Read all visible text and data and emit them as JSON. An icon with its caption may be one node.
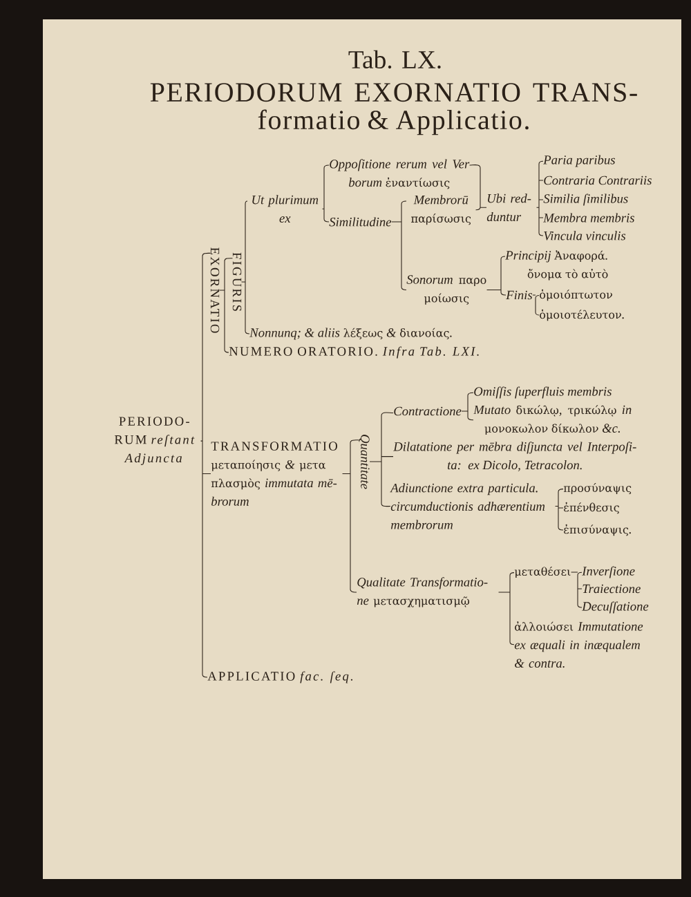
{
  "diagram": {
    "title": "PERIODORUM EXORNATIO TRANS- formatio & Applicatio.",
    "nodes": [
      {
        "text": [
          "PERIODO- RUM *reſtant Adjuncta*"
        ]
      },
      {
        "text": [
          "EXORNATIO"
        ]
      },
      {
        "text": [
          "FIGURIS"
        ]
      },
      {
        "text": [
          "Ut plurimum ex"
        ]
      },
      {
        "text": [
          "Oppoſitione rerum vel Ver borum ἐναντίωσις"
        ]
      },
      {
        "text": [
          "Similitudine"
        ]
      },
      {
        "text": [
          "Membrorū παρίσωσις"
        ]
      },
      {
        "text": [
          "Ubi red- duntur"
        ]
      },
      {
        "text": [
          "Paria paribus"
        ]
      },
      {
        "text": [
          "Contraria Contrariis"
        ]
      },
      {
        "text": [
          "Similia ſimilibus"
        ]
      },
      {
        "text": [
          "Membra membris"
        ]
      },
      {
        "text": [
          "Vincula vinculis"
        ]
      },
      {
        "text": [
          "Sonorum παρο μοίωσις"
        ]
      },
      {
        "text": [
          "Principij Ἀναφορά.",
          "ὄνομα τὸ αὐτὸ"
        ]
      },
      {
        "text": [
          "Finis"
        ]
      },
      {
        "text": [
          "ὁμοιόπτωτον"
        ]
      },
      {
        "text": [
          "ὁμοιοτέλευτον."
        ]
      },
      {
        "text": [
          "Nonnunq; & aliis λέξεως & διανοίας."
        ]
      },
      {
        "text": [
          "NUMERO ORATORIO. *Infra Tab. LXI.*"
        ]
      },
      {
        "text": [
          "TRANSFORMATIO",
          "μεταποίησις & μετα πλασμὸς immutata mē- brorum"
        ]
      },
      {
        "text": [
          "Quantitate"
        ]
      },
      {
        "text": [
          "Contractione"
        ]
      },
      {
        "text": [
          "Omiſſis ſuperfluis membris"
        ]
      },
      {
        "text": [
          "Mutato δικώλῳ, τρικώλῳ in μονοκωλον δίκωλον &c."
        ]
      },
      {
        "text": [
          "Dilatatione per mēbra diſjuncta vel Interpoſi- ta: ex Dicolo, Tetracolon."
        ]
      },
      {
        "text": [
          "Adiunctione extra particula. circumductionis adhærentium membrorum"
        ]
      },
      {
        "text": [
          "προσύναψις"
        ]
      },
      {
        "text": [
          "ἐπένθεσις"
        ]
      },
      {
        "text": [
          "ἐπισύναψις."
        ]
      },
      {
        "text": [
          "Qualitate Transformatio- ne μετασχηματισμῷ"
        ]
      },
      {
        "text": [
          "μεταθέσει"
        ]
      },
      {
        "text": [
          "Inverſione"
        ]
      },
      {
        "text": [
          "Traiectione"
        ]
      },
      {
        "text": [
          "Decuſſatione"
        ]
      },
      {
        "text": [
          "ἀλλοιώσει Immutatione ex æquali in inæqualem & contra."
        ]
      },
      {
        "text": [
          "APPLICATIO *fac. ſeq.*"
        ]
      }
    ],
    "edges": [
      {
        "from": 0,
        "to": 1,
        "arrow": "none"
      },
      {
        "from": 0,
        "to": 20,
        "arrow": "none"
      },
      {
        "from": 0,
        "to": 36,
        "arrow": "none"
      },
      {
        "from": 1,
        "to": 2,
        "arrow": "none"
      },
      {
        "from": 1,
        "to": 19,
        "arrow": "none"
      },
      {
        "from": 2,
        "to": 3,
        "arrow": "none"
      },
      {
        "from": 2,
        "to": 18,
        "arrow": "none"
      },
      {
        "from": 3,
        "to": 4,
        "arrow": "none"
      },
      {
        "from": 3,
        "to": 5,
        "arrow": "none"
      },
      {
        "from": 4,
        "to": 7,
        "arrow": "none"
      },
      {
        "from": 5,
        "to": 6,
        "arrow": "none"
      },
      {
        "from": 5,
        "to": 13,
        "arrow": "none"
      },
      {
        "from": 6,
        "to": 7,
        "arrow": "none"
      },
      {
        "from": 7,
        "to": 8,
        "arrow": "none"
      },
      {
        "from": 7,
        "to": 9,
        "arrow": "none"
      },
      {
        "from": 7,
        "to": 10,
        "arrow": "none"
      },
      {
        "from": 7,
        "to": 11,
        "arrow": "none"
      },
      {
        "from": 7,
        "to": 12,
        "arrow": "none"
      },
      {
        "from": 13,
        "to": 14,
        "arrow": "none"
      },
      {
        "from": 13,
        "to": 15,
        "arrow": "none"
      },
      {
        "from": 15,
        "to": 16,
        "arrow": "none"
      },
      {
        "from": 15,
        "to": 17,
        "arrow": "none"
      },
      {
        "from": 20,
        "to": 21,
        "arrow": "none"
      },
      {
        "from": 20,
        "to": 30,
        "arrow": "none"
      },
      {
        "from": 21,
        "to": 22,
        "arrow": "none"
      },
      {
        "from": 21,
        "to": 25,
        "arrow": "none"
      },
      {
        "from": 21,
        "to": 26,
        "arrow": "none"
      },
      {
        "from": 22,
        "to": 23,
        "arrow": "none"
      },
      {
        "from": 22,
        "to": 24,
        "arrow": "none"
      },
      {
        "from": 26,
        "to": 27,
        "arrow": "none"
      },
      {
        "from": 26,
        "to": 28,
        "arrow": "none"
      },
      {
        "from": 26,
        "to": 29,
        "arrow": "none"
      },
      {
        "from": 30,
        "to": 31,
        "arrow": "none"
      },
      {
        "from": 30,
        "to": 35,
        "arrow": "none"
      },
      {
        "from": 31,
        "to": 32,
        "arrow": "none"
      },
      {
        "from": 31,
        "to": 33,
        "arrow": "none"
      },
      {
        "from": 31,
        "to": 34,
        "arrow": "none"
      }
    ],
    "labels": [
      "Tab. LX."
    ]
  }
}
